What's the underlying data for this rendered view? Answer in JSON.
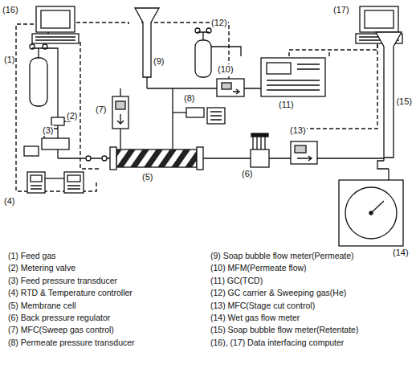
{
  "diagram": {
    "labels": [
      "(16)",
      "(17)",
      "(12)",
      "(9)",
      "(10)",
      "(11)",
      "(1)",
      "(2)",
      "(3)",
      "(7)",
      "(8)",
      "(4)",
      "(5)",
      "(6)",
      "(13)",
      "(15)",
      "(14)",
      "(1) Feed gas",
      "(2) Metering valve",
      "(3) Feed pressure transducer",
      "(4) RTD & Temperature controller",
      "(5) Membrane cell",
      "(6) Back pressure regulator",
      "(7) MFC(Sweep gas control)",
      "(8) Permeate pressure transducer",
      "(9) Soap bubble flow meter(Permeate)",
      "(10) MFM(Permeate flow)",
      "(11) GC(TCD)",
      "(12) GC carrier & Sweeping gas(He)",
      "(13) MFC(Stage cut control)",
      "(14) Wet gas flow meter",
      "(15) Soap bubble flow meter(Retentate)",
      "(16), (17) Data interfacing computer"
    ]
  }
}
